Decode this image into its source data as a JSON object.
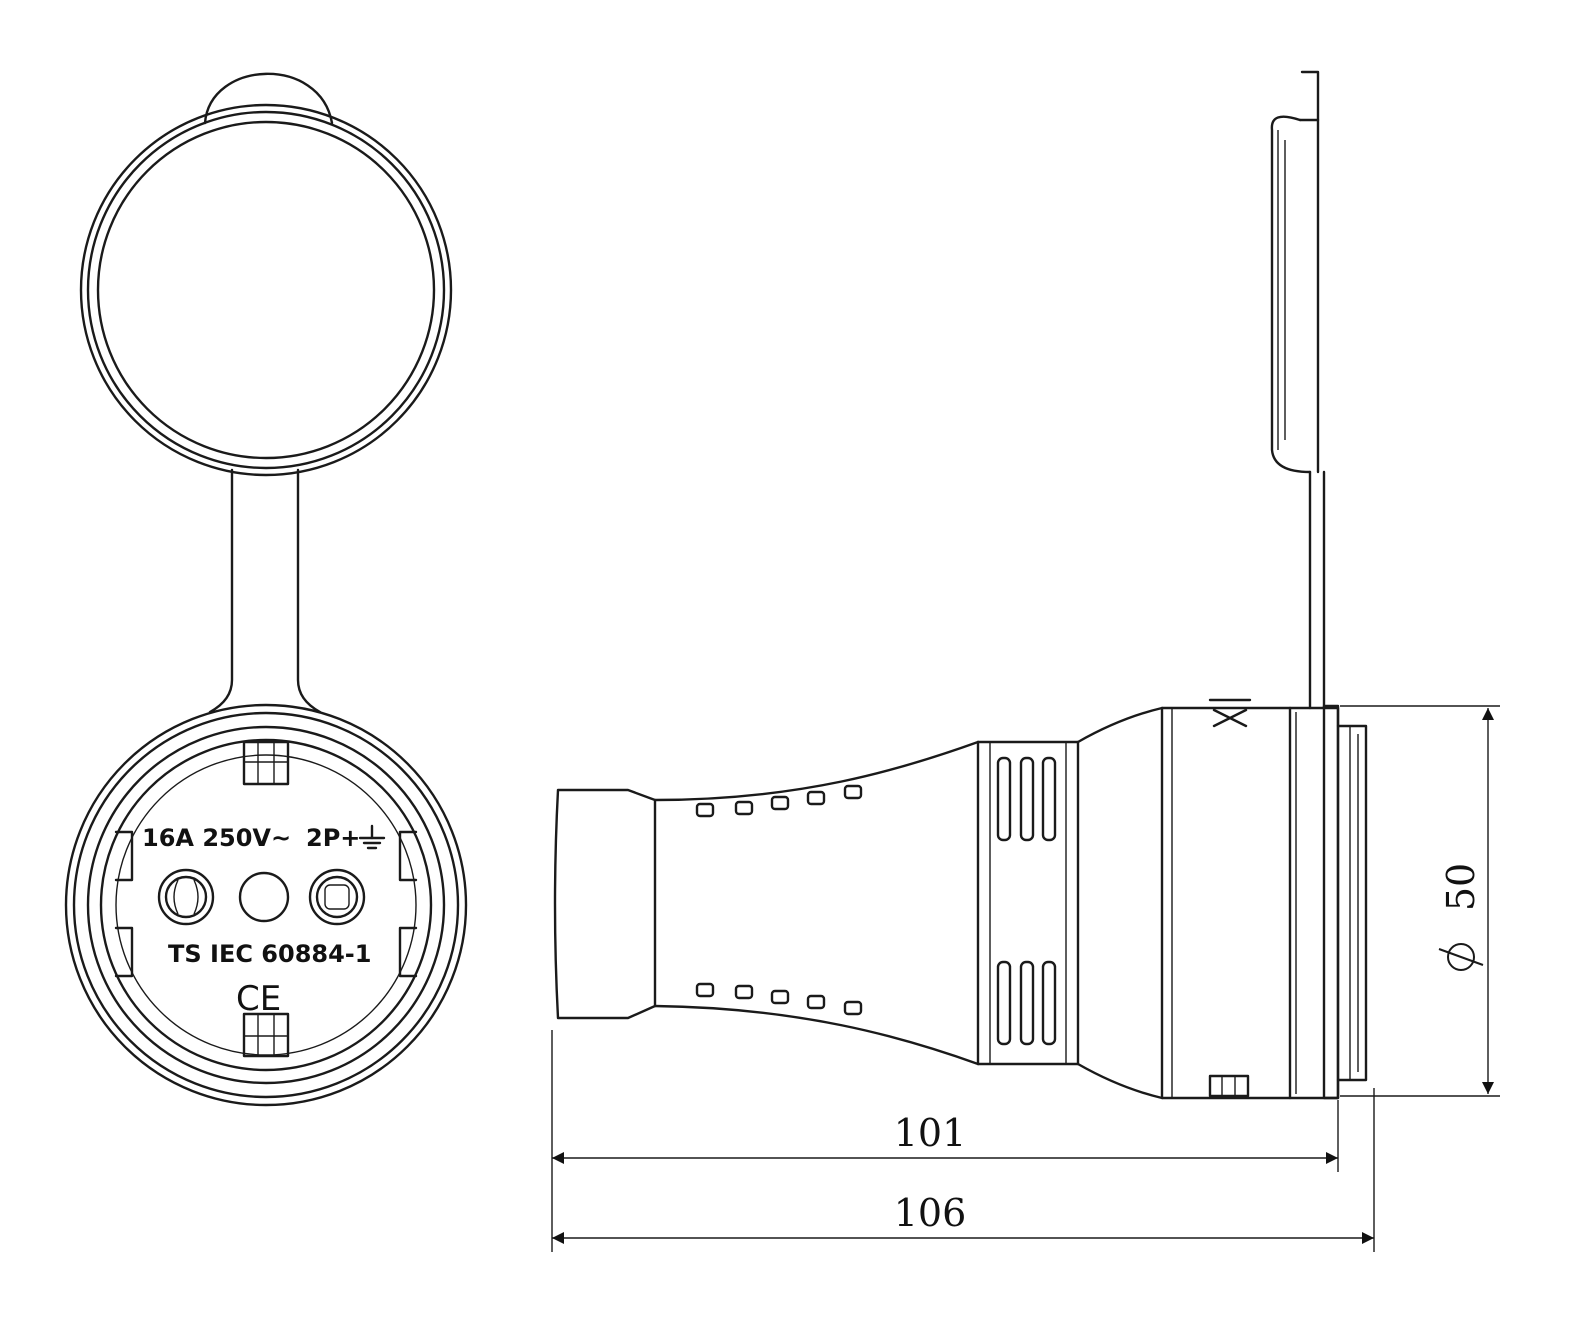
{
  "front_view": {
    "rating_text": "16A 250V~",
    "poles_text": "2P+",
    "ground_symbol": "earth-ground-icon",
    "standard_text": "TS IEC 60884-1",
    "certification_mark": "CE"
  },
  "side_view": {
    "length_dimension": "101",
    "total_length_dimension": "106",
    "diameter_dimension": "50",
    "diameter_symbol": "diameter-icon"
  },
  "colors": {
    "line": "#1a1a1a",
    "background": "#ffffff"
  }
}
